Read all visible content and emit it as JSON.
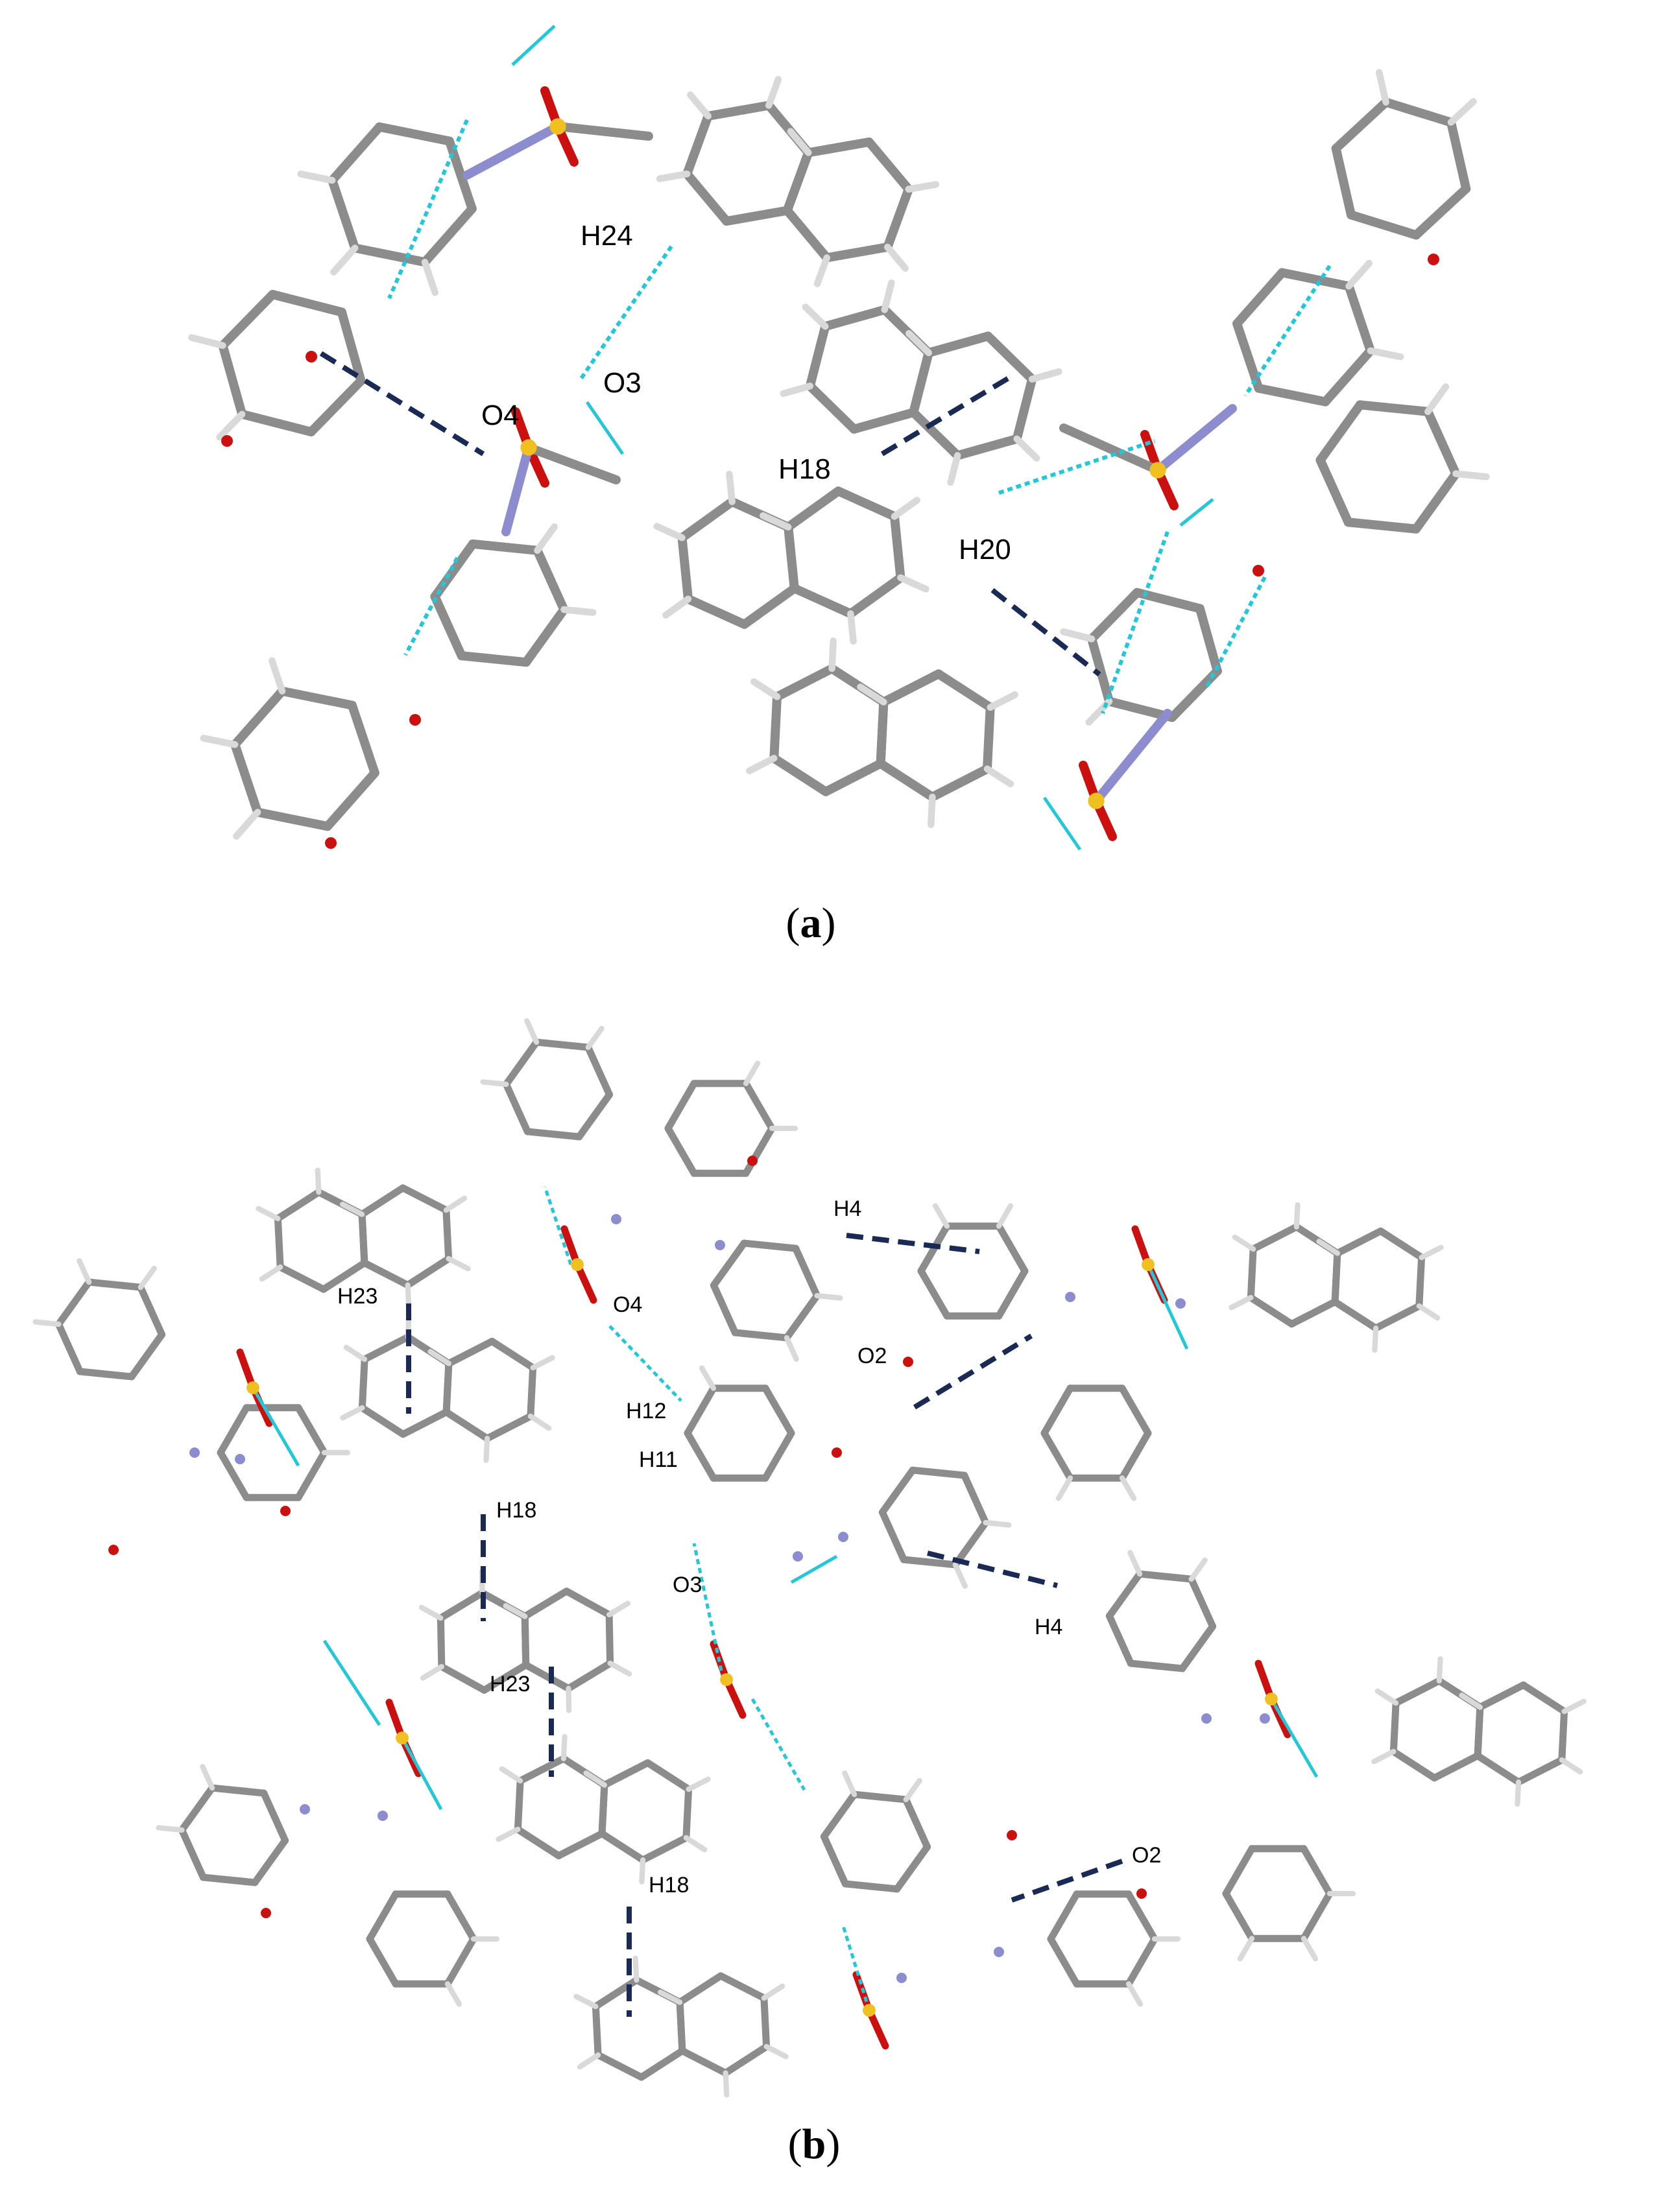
{
  "panels": [
    {
      "id": "a",
      "caption_open": "(",
      "caption_letter": "a",
      "caption_close": ")",
      "labels": [
        "H24",
        "O4",
        "O3",
        "H18",
        "H20"
      ]
    },
    {
      "id": "b",
      "caption_open": "(",
      "caption_letter": "b",
      "caption_close": ")",
      "labels": [
        "H4",
        "H23",
        "O4",
        "O2",
        "H12",
        "H11",
        "H18",
        "O3",
        "H4",
        "H23",
        "O2",
        "H18"
      ]
    }
  ],
  "colors": {
    "carbon": "#8c8c8c",
    "hydrogen": "#d9d9d9",
    "oxygen": "#cc1010",
    "nitrogen": "#8c8ccf",
    "sulfur": "#f0c020",
    "hbond": "#22c8d8",
    "pi_contact": "#1a2a55",
    "text": "#000000"
  }
}
